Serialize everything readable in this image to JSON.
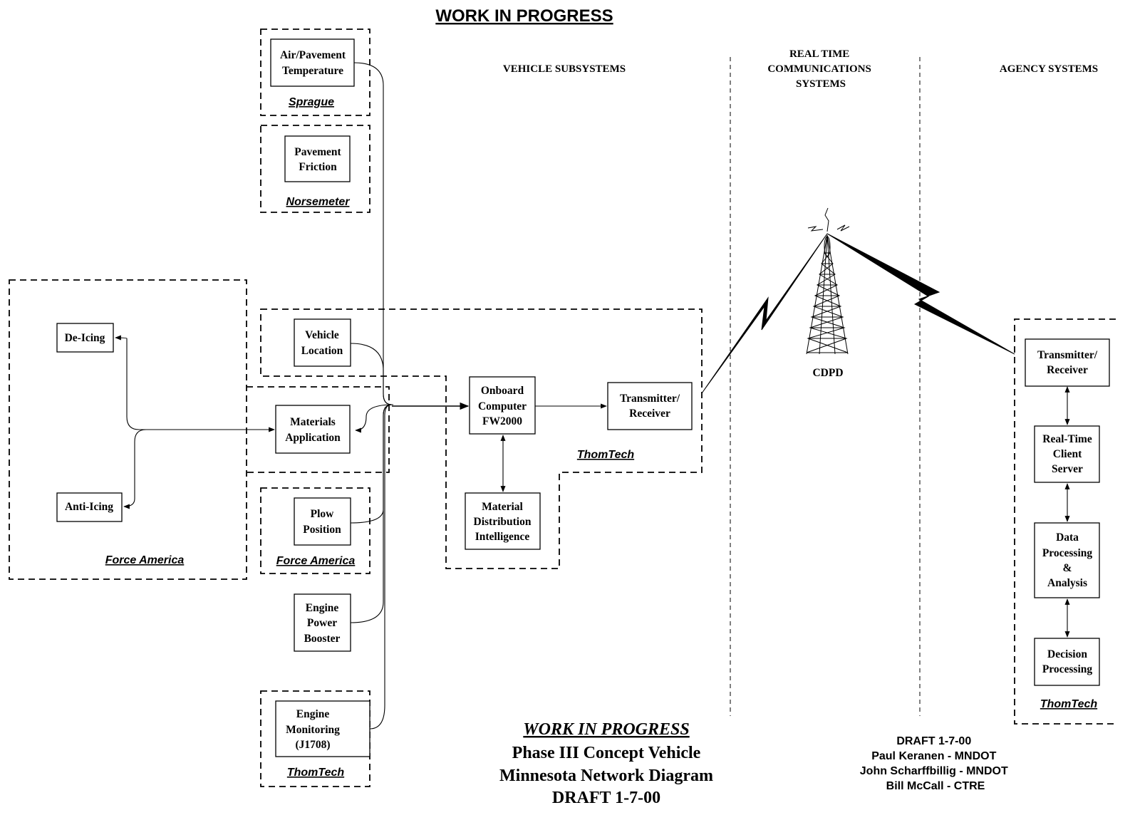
{
  "header": {
    "title": "WORK IN PROGRESS"
  },
  "columns": {
    "vehicle": [
      "VEHICLE SUBSYSTEMS"
    ],
    "comms": [
      "REAL TIME",
      "COMMUNICATIONS",
      "SYSTEMS"
    ],
    "agency": [
      "AGENCY SYSTEMS"
    ]
  },
  "nodes": {
    "air_pavement_temp": [
      "Air/Pavement",
      "Temperature"
    ],
    "pavement_friction": [
      "Pavement",
      "Friction"
    ],
    "vehicle_location": [
      "Vehicle",
      "Location"
    ],
    "de_icing": [
      "De-Icing"
    ],
    "anti_icing": [
      "Anti-Icing"
    ],
    "materials_application": [
      "Materials",
      "Application"
    ],
    "plow_position": [
      "Plow",
      "Position"
    ],
    "engine_power_booster": [
      "Engine",
      "Power",
      "Booster"
    ],
    "engine_monitoring": [
      "Engine",
      "Monitoring",
      "(J1708)"
    ],
    "onboard_computer": [
      "Onboard",
      "Computer",
      "FW2000"
    ],
    "material_distribution": [
      "Material",
      "Distribution",
      "Intelligence"
    ],
    "vehicle_transmitter": [
      "Transmitter/",
      "Receiver"
    ],
    "cdpd": [
      "CDPD"
    ],
    "agency_transmitter": [
      "Transmitter/",
      "Receiver"
    ],
    "realtime_server": [
      "Real-Time",
      "Client",
      "Server"
    ],
    "data_processing": [
      "Data",
      "Processing",
      "&",
      "Analysis"
    ],
    "decision_processing": [
      "Decision",
      "Processing"
    ]
  },
  "vendors": {
    "sprague": "Sprague",
    "norsemeter": "Norsemeter",
    "force_america_left": "Force America",
    "force_america_plow": "Force America",
    "thomtech_vehicle": "ThomTech",
    "thomtech_engine": "ThomTech",
    "thomtech_agency": "ThomTech"
  },
  "footer": {
    "wip": "WORK IN PROGRESS",
    "line1": "Phase III Concept Vehicle",
    "line2": "Minnesota Network Diagram",
    "line3": "DRAFT 1-7-00"
  },
  "credits": [
    "DRAFT 1-7-00",
    "Paul Keranen - MNDOT",
    "John Scharffbillig - MNDOT",
    "Bill McCall - CTRE"
  ]
}
